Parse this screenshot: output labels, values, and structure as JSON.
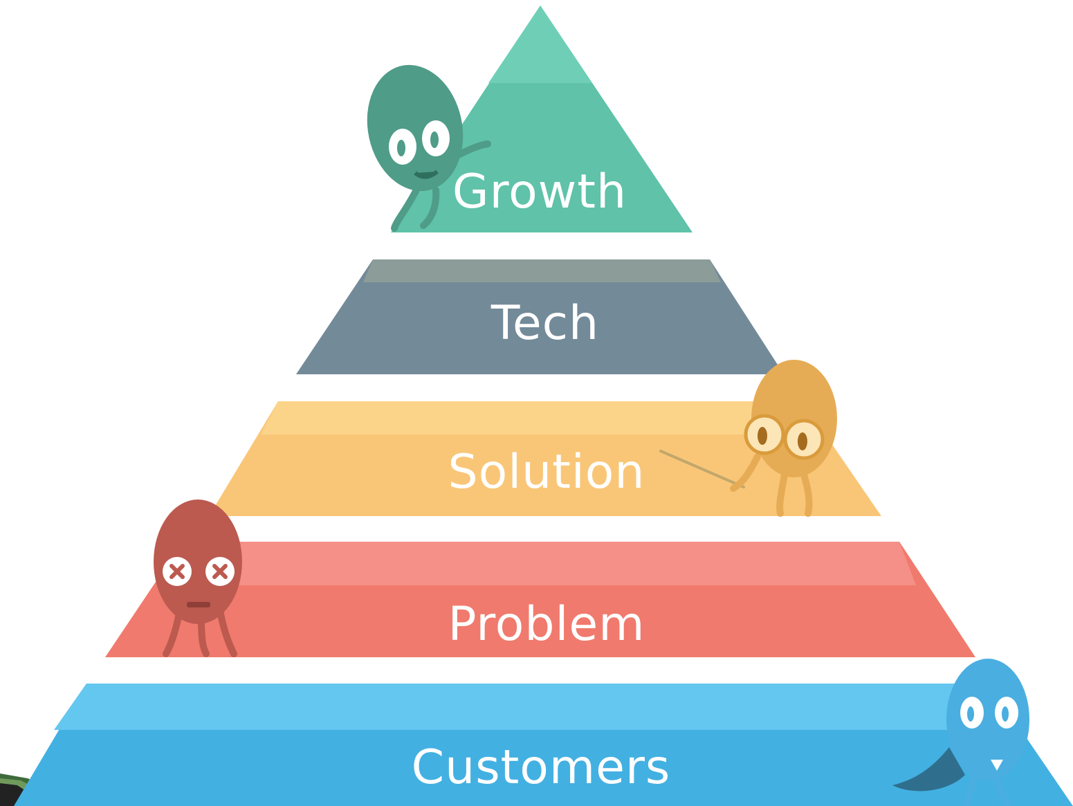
{
  "diagram": {
    "type": "pyramid",
    "tiers": [
      {
        "id": "growth",
        "label": "Growth",
        "color": "#5fc2a9",
        "highlight": "#6ecfb6"
      },
      {
        "id": "tech",
        "label": "Tech",
        "color": "#738a99",
        "highlight": "#8c9c98"
      },
      {
        "id": "solution",
        "label": "Solution",
        "color": "#f9c678",
        "highlight": "#fbd48a"
      },
      {
        "id": "problem",
        "label": "Problem",
        "color": "#f07a6d",
        "highlight": "#f49088"
      },
      {
        "id": "customers",
        "label": "Customers",
        "color": "#43b0e2",
        "highlight": "#64c7f0"
      }
    ],
    "characters": [
      {
        "id": "growth-character",
        "name": "waving-mascot",
        "color": "#4f9c88"
      },
      {
        "id": "solution-character",
        "name": "pointing-mascot-with-glasses",
        "color": "#e6ac55"
      },
      {
        "id": "problem-character",
        "name": "dizzy-mascot-x-eyes",
        "color": "#bc5a50"
      },
      {
        "id": "customers-character",
        "name": "caped-hero-mascot",
        "color": "#4aaee0"
      }
    ],
    "background": "#ffffff"
  }
}
